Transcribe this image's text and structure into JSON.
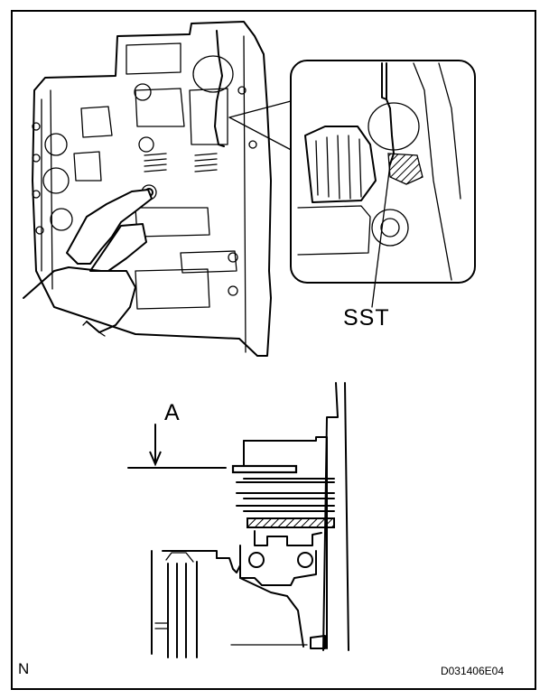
{
  "labels": {
    "tool": "SST",
    "measure_point": "A",
    "orientation": "N",
    "figure_code": "D031406E04"
  }
}
